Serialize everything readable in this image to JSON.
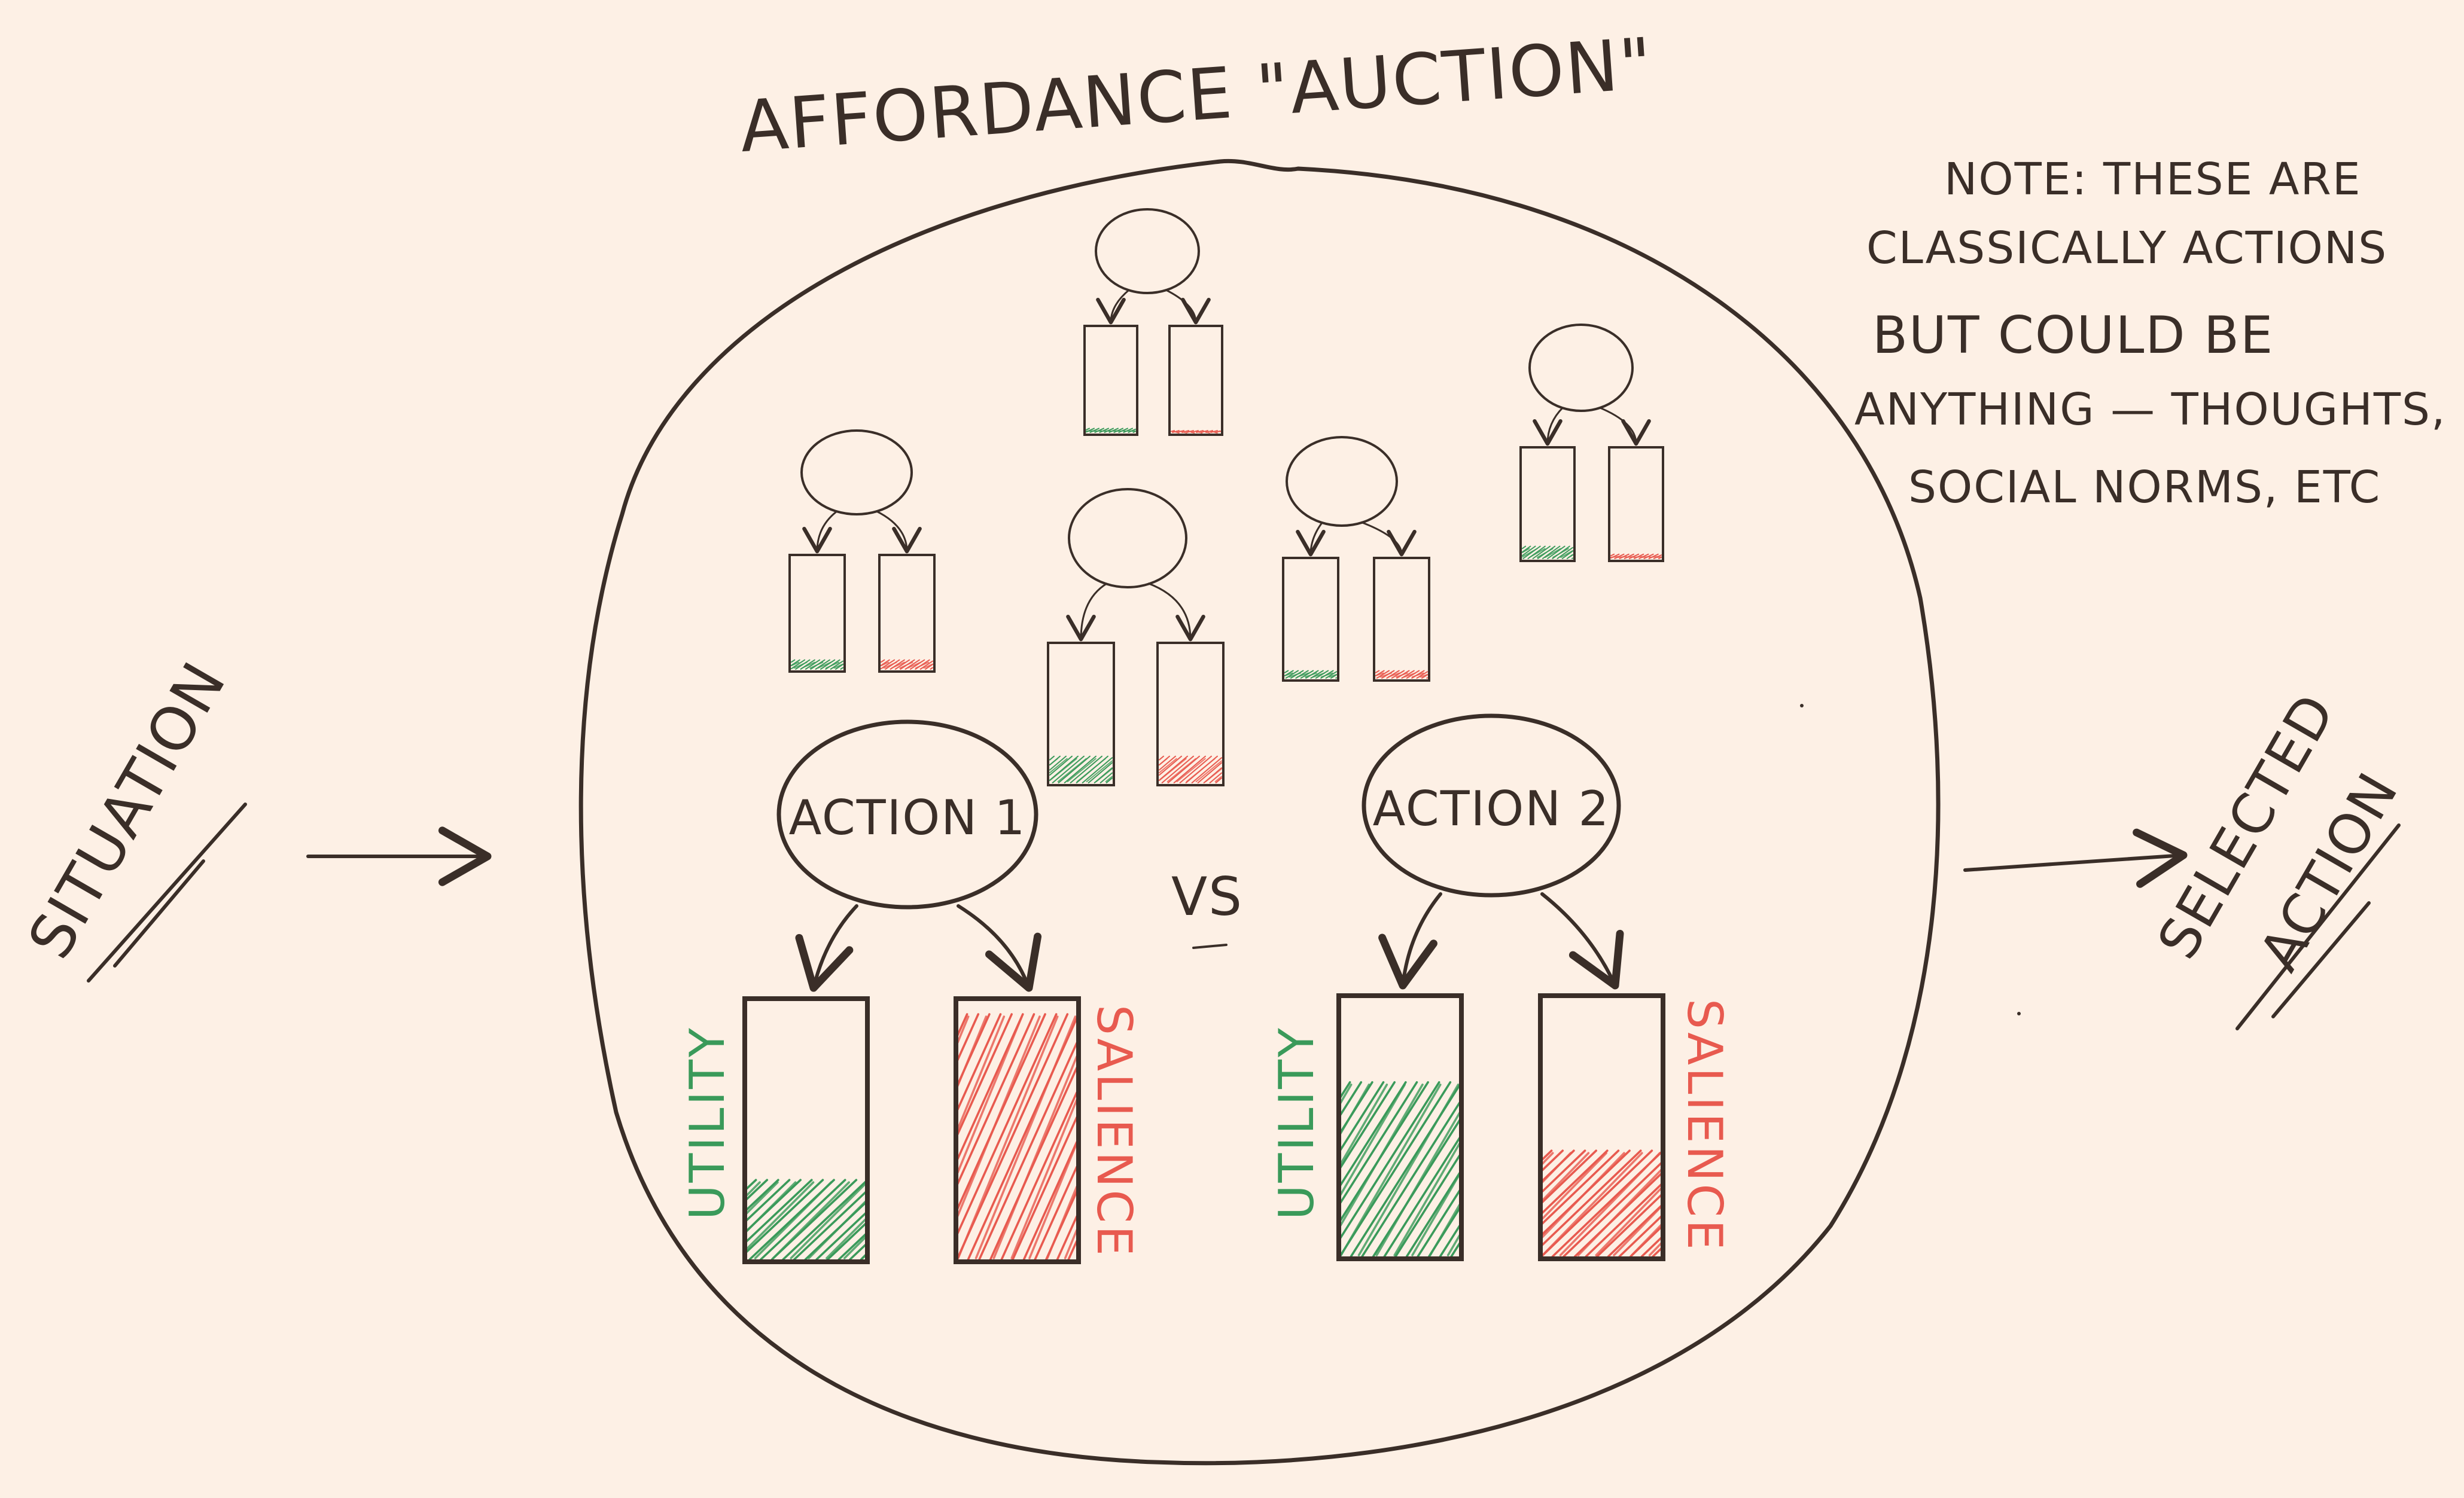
{
  "title": "AFFORDANCE \"AUCTION\"",
  "note": {
    "lines": [
      "NOTE: THESE ARE",
      "CLASSICALLY ACTIONS",
      "BUT COULD BE",
      "ANYTHING — THOUGHTS,",
      "SOCIAL NORMS, ETC"
    ]
  },
  "input_label": "SITUATION",
  "output_label_line1": "SELECTED",
  "output_label_line2": "ACTION",
  "vs_label": "VS",
  "action1": {
    "label": "ACTION 1",
    "utility_label": "UTILITY",
    "salience_label": "SALIENCE",
    "utility_level": 0.32,
    "salience_level": 0.95
  },
  "action2": {
    "label": "ACTION 2",
    "utility_label": "UTILITY",
    "salience_label": "SALIENCE",
    "utility_level": 0.68,
    "salience_level": 0.42
  },
  "small_affordances": [
    {
      "utility_level": 0.08,
      "salience_level": 0.06
    },
    {
      "utility_level": 0.12,
      "salience_level": 0.12
    },
    {
      "utility_level": 0.22,
      "salience_level": 0.22
    },
    {
      "utility_level": 0.1,
      "salience_level": 0.1
    },
    {
      "utility_level": 0.15,
      "salience_level": 0.08
    }
  ],
  "colors": {
    "background": "#fdf0e5",
    "ink": "#3a2e28",
    "utility": "#3a9a5a",
    "salience": "#e85a4f"
  }
}
